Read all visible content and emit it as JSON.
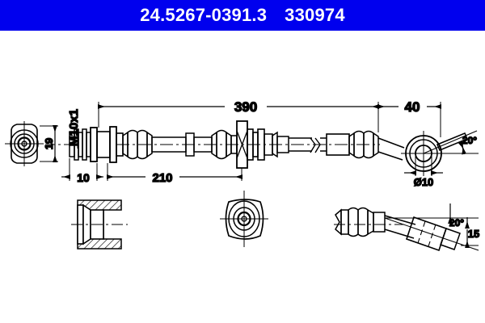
{
  "header": {
    "part_number": "24.5267-0391.3",
    "reference_number": "330974",
    "background_color": "#0000ee",
    "text_color": "#ffffff"
  },
  "drawing": {
    "title": "brake-hose-technical-drawing",
    "line_color": "#000000",
    "background_color": "#ffffff",
    "dimensions": {
      "total_length": "390",
      "thread_spec": "M10x1",
      "banjo_offset": "40",
      "bracket_distance": "210",
      "fitting_length": "10",
      "hex_width": "19",
      "eye_diameter": "Ø10",
      "angle_main": "20°",
      "angle_detail": "20°",
      "offset_detail": "15"
    },
    "views": [
      {
        "name": "left-end-face-view",
        "label": ""
      },
      {
        "name": "main-assembly-view",
        "label": ""
      },
      {
        "name": "bracket-section-detail",
        "label": ""
      },
      {
        "name": "bracket-face-detail",
        "label": ""
      },
      {
        "name": "banjo-end-detail",
        "label": ""
      }
    ]
  }
}
